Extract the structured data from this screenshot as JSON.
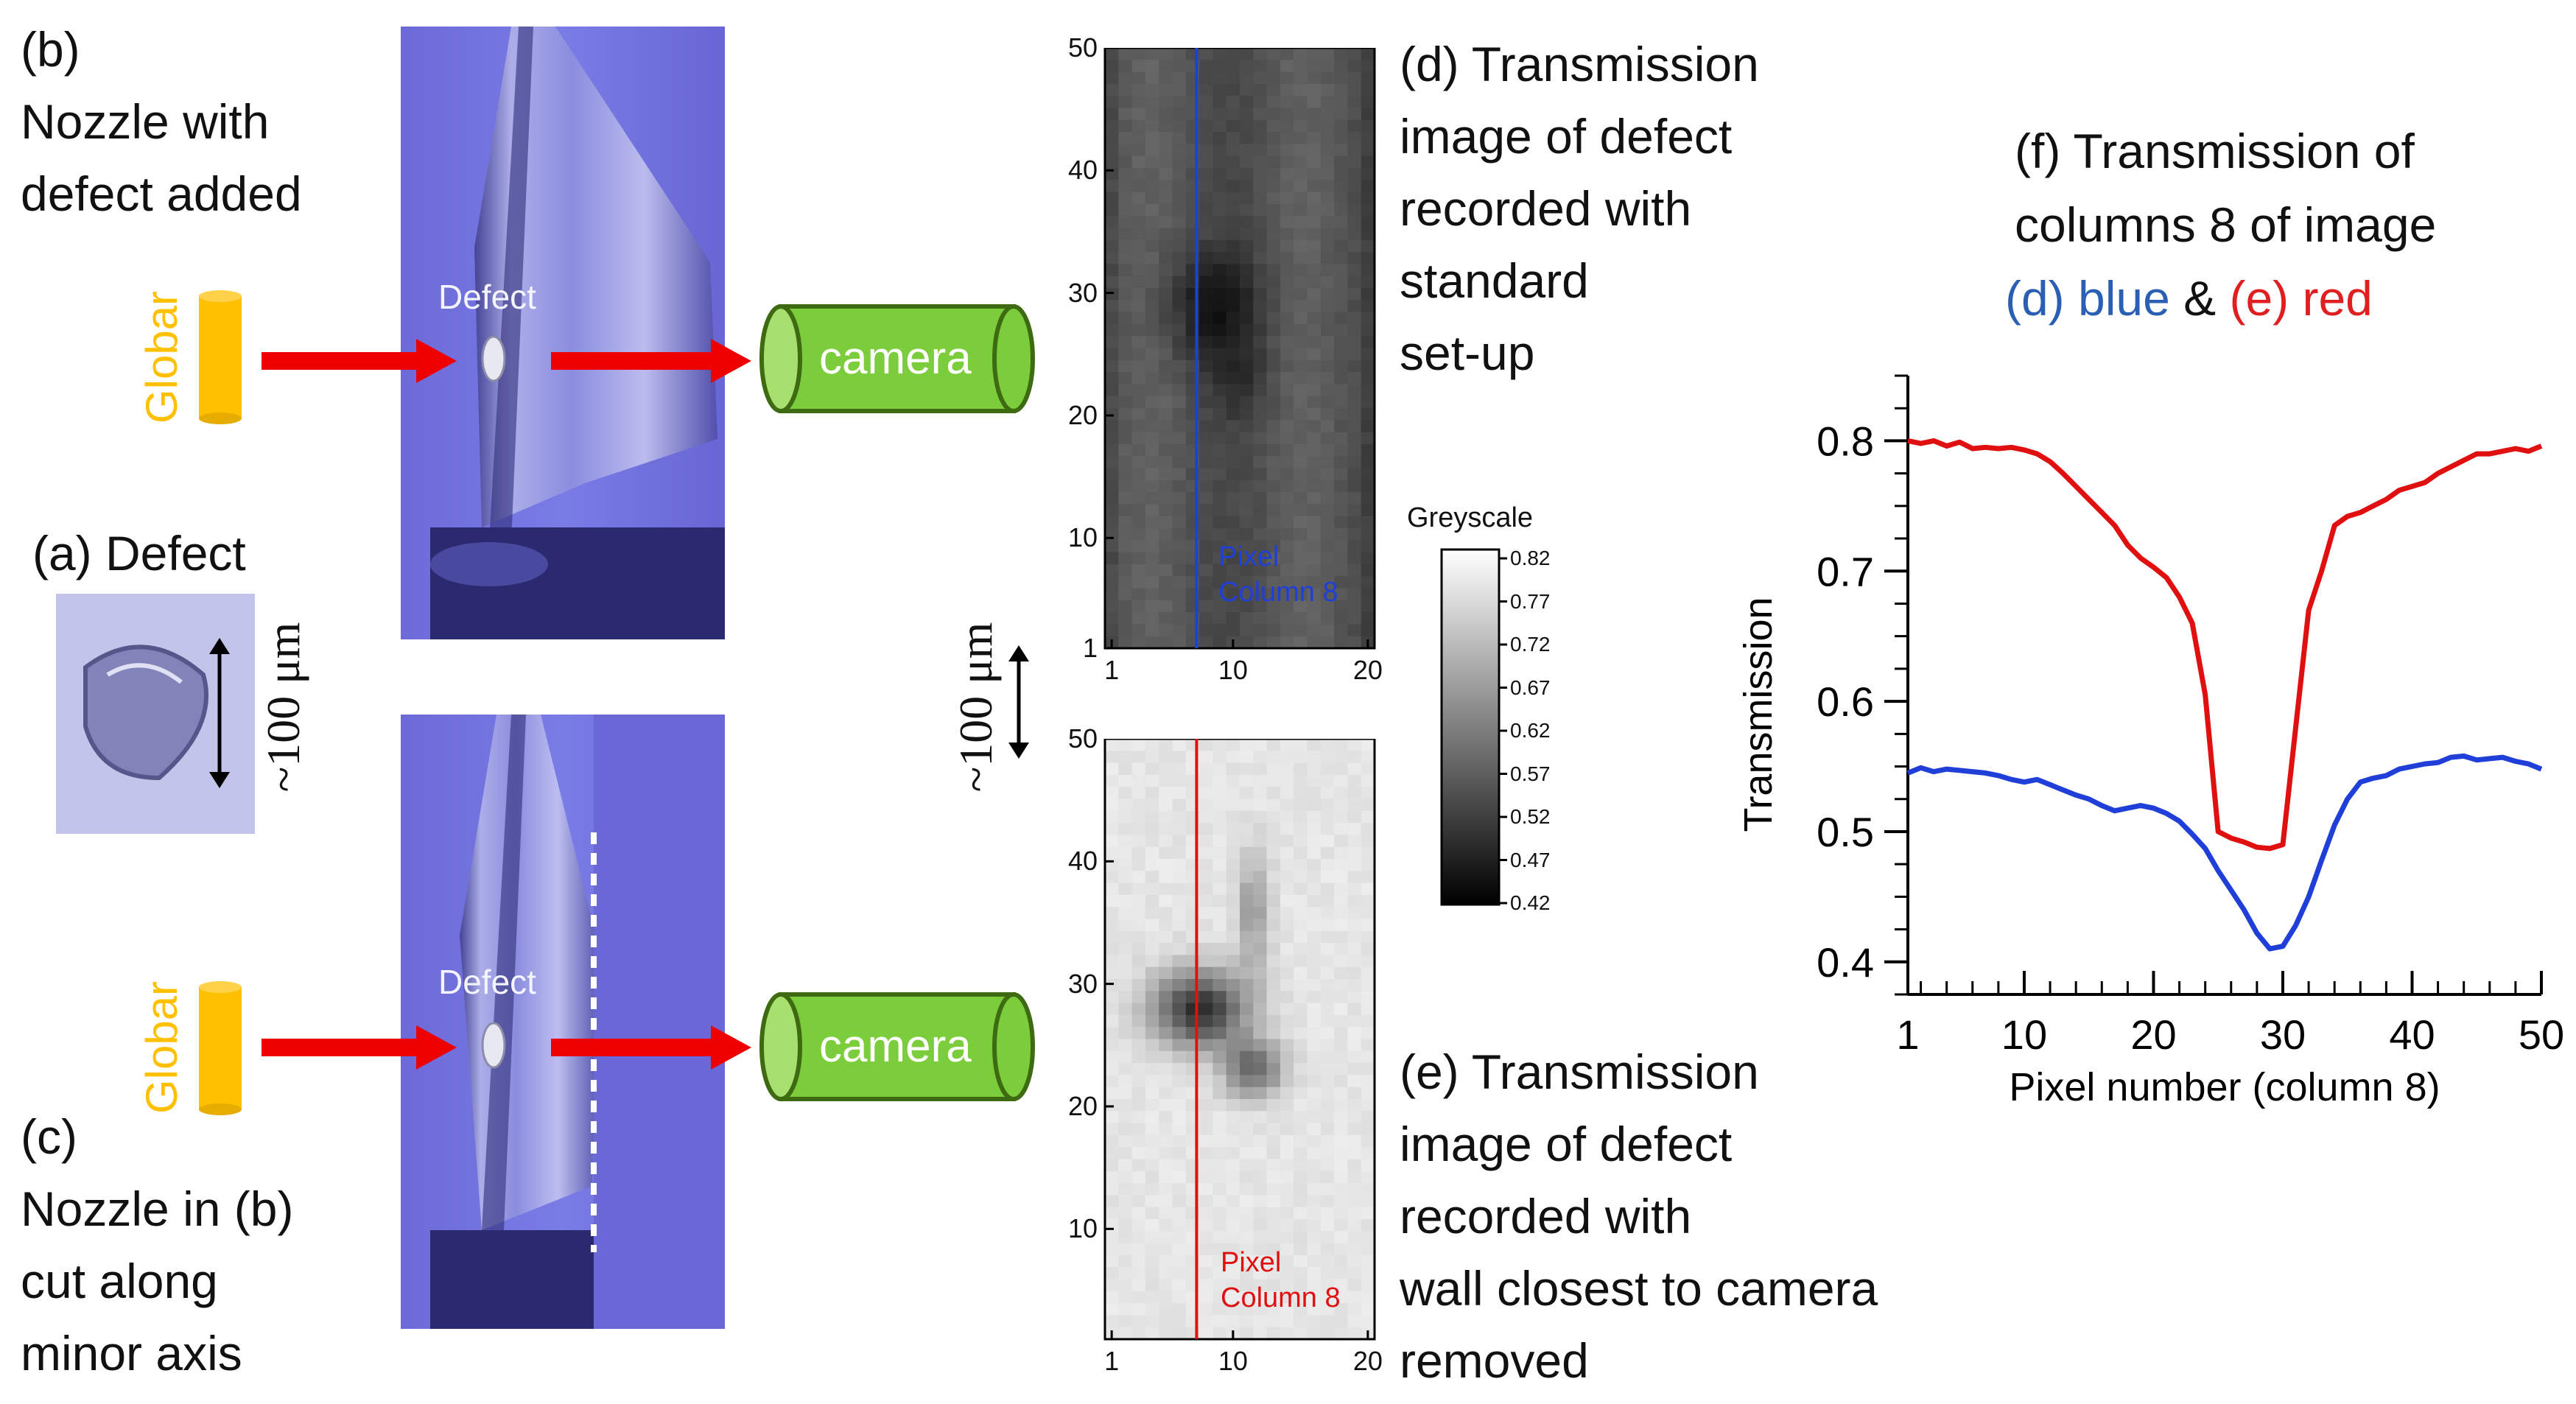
{
  "panel_b": {
    "lines": [
      "(b)",
      "Nozzle with",
      "defect added"
    ],
    "defect_label": "Defect"
  },
  "panel_c": {
    "lines": [
      "(c)",
      "Nozzle in (b)",
      "cut along",
      "minor axis"
    ],
    "defect_label": "Defect"
  },
  "panel_a": {
    "label": "(a) Defect",
    "scale": "~100 μm"
  },
  "setup": {
    "source_label": "Globar",
    "detector_label": "camera"
  },
  "scale_mid": "~100 μm",
  "panel_d": {
    "lines": [
      "(d) Transmission",
      "image of defect",
      "recorded with",
      "standard",
      "set-up"
    ],
    "pixel_label": [
      "Pixel",
      "Column 8"
    ],
    "y_ticks": [
      "50",
      "40",
      "30",
      "20",
      "10",
      "1"
    ],
    "x_ticks": [
      "1",
      "10",
      "20"
    ]
  },
  "panel_e": {
    "lines": [
      "(e) Transmission",
      "image of defect",
      "recorded with",
      "wall closest to camera",
      "removed"
    ],
    "pixel_label": [
      "Pixel",
      "Column 8"
    ],
    "y_ticks": [
      "50",
      "40",
      "30",
      "20",
      "10"
    ],
    "x_ticks": [
      "1",
      "10",
      "20"
    ]
  },
  "greyscale": {
    "title": "Greyscale",
    "ticks": [
      "0.82",
      "0.77",
      "0.72",
      "0.67",
      "0.62",
      "0.57",
      "0.52",
      "0.47",
      "0.42"
    ]
  },
  "panel_f": {
    "line1": "(f) Transmission of",
    "line2": "columns 8 of image",
    "line3": {
      "d": "(d) blue",
      "amp": "&",
      "e": "(e) red"
    }
  },
  "colors": {
    "blue": "#1f3fd8",
    "red": "#e01010",
    "legend_blue": "#2b5fb3",
    "legend_red": "#e02020",
    "camera": "#7ccd3c",
    "globar": "#ffc000",
    "arrow": "#ee0000"
  },
  "chart_data": {
    "type": "line",
    "title": "",
    "xlabel": "Pixel number (column 8)",
    "ylabel": "Transmission",
    "xlim": [
      1,
      50
    ],
    "ylim": [
      0.375,
      0.85
    ],
    "x_ticks": [
      1,
      10,
      20,
      30,
      40,
      50
    ],
    "y_ticks": [
      0.4,
      0.5,
      0.6,
      0.7,
      0.8
    ],
    "legend": "none",
    "grid": false,
    "series": [
      {
        "color": "#e01010",
        "x": [
          1,
          2,
          3,
          4,
          5,
          6,
          7,
          8,
          9,
          10,
          11,
          12,
          13,
          14,
          15,
          16,
          17,
          18,
          19,
          20,
          21,
          22,
          23,
          24,
          25,
          26,
          27,
          28,
          29,
          30,
          31,
          32,
          33,
          34,
          35,
          36,
          37,
          38,
          39,
          40,
          41,
          42,
          43,
          44,
          45,
          46,
          47,
          48,
          49,
          50
        ],
        "y": [
          0.8,
          0.798,
          0.8,
          0.796,
          0.799,
          0.794,
          0.795,
          0.794,
          0.795,
          0.793,
          0.79,
          0.784,
          0.775,
          0.765,
          0.755,
          0.745,
          0.735,
          0.72,
          0.71,
          0.703,
          0.695,
          0.68,
          0.66,
          0.605,
          0.5,
          0.495,
          0.492,
          0.488,
          0.487,
          0.49,
          0.58,
          0.67,
          0.7,
          0.735,
          0.742,
          0.745,
          0.75,
          0.755,
          0.762,
          0.765,
          0.768,
          0.775,
          0.78,
          0.785,
          0.79,
          0.79,
          0.792,
          0.794,
          0.792,
          0.796
        ]
      },
      {
        "color": "#1f3fd8",
        "x": [
          1,
          2,
          3,
          4,
          5,
          6,
          7,
          8,
          9,
          10,
          11,
          12,
          13,
          14,
          15,
          16,
          17,
          18,
          19,
          20,
          21,
          22,
          23,
          24,
          25,
          26,
          27,
          28,
          29,
          30,
          31,
          32,
          33,
          34,
          35,
          36,
          37,
          38,
          39,
          40,
          41,
          42,
          43,
          44,
          45,
          46,
          47,
          48,
          49,
          50
        ],
        "y": [
          0.545,
          0.549,
          0.546,
          0.548,
          0.547,
          0.546,
          0.545,
          0.543,
          0.54,
          0.538,
          0.54,
          0.536,
          0.532,
          0.528,
          0.525,
          0.52,
          0.516,
          0.518,
          0.52,
          0.518,
          0.514,
          0.508,
          0.498,
          0.487,
          0.47,
          0.455,
          0.44,
          0.422,
          0.41,
          0.412,
          0.428,
          0.45,
          0.478,
          0.505,
          0.525,
          0.538,
          0.541,
          0.543,
          0.548,
          0.55,
          0.552,
          0.553,
          0.557,
          0.558,
          0.555,
          0.556,
          0.557,
          0.554,
          0.552,
          0.548
        ]
      }
    ]
  }
}
